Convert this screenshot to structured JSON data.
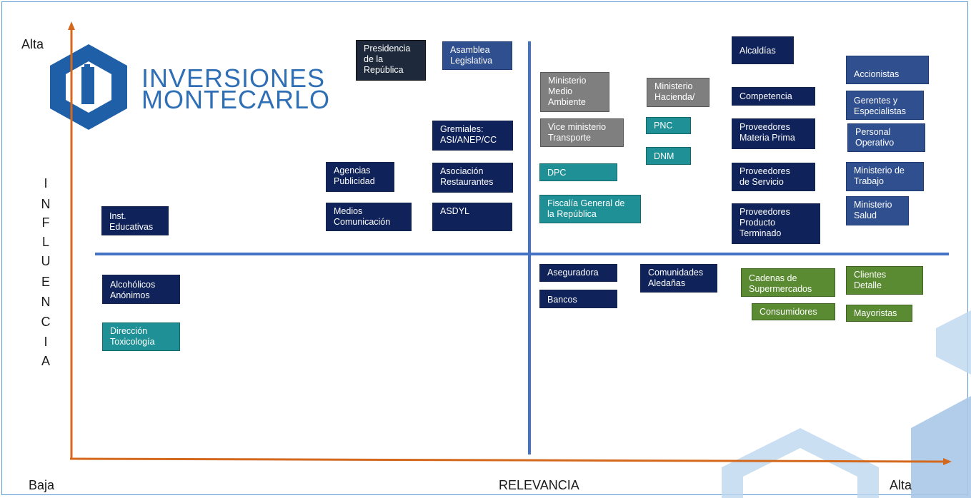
{
  "axes": {
    "y_high": "Alta",
    "x_low": "Baja",
    "x_title": "RELEVANCIA",
    "x_high": "Alta",
    "y_title_letters": [
      "I",
      "N",
      "F",
      "L",
      "U",
      "E",
      "N",
      "C",
      "I",
      "A"
    ]
  },
  "logo": {
    "line1": "INVERSIONES",
    "line2": "MONTECARLO"
  },
  "colors": {
    "axis": "#d4691e",
    "divider": "#4472c4",
    "navy": "#0f2259",
    "gray": "#7f7f7f",
    "teal": "#1f9196",
    "green": "#5a8a32",
    "logo": "#2e6fb5"
  },
  "stakeholders": {
    "presidencia": "Presidencia\nde la\nRepública",
    "asamblea": "Asamblea\nLegislativa",
    "gremiales": "Gremiales:\nASI/ANEP/CC",
    "agencias": "Agencias\nPublicidad",
    "asociacion": "Asociación\nRestaurantes",
    "medios": "Medios\nComunicación",
    "asdyl": "ASDYL",
    "inst": "Inst.\nEducativas",
    "alcoholicos": "Alcohólicos\nAnónimos",
    "direccion": "Dirección\nToxicología",
    "min_medio": "Ministerio\nMedio\nAmbiente",
    "min_hacienda": "Ministerio\nHacienda/",
    "vice": "Vice ministerio\nTransporte",
    "pnc": "PNC",
    "dnm": "DNM",
    "dpc": "DPC",
    "fiscalia": "Fiscalía General de\nla República",
    "alcaldias": "Alcaldías",
    "competencia": "Competencia",
    "prov_mp": "Proveedores\nMateria Prima",
    "prov_serv": "Proveedores\nde Servicio",
    "prov_pt": "Proveedores\nProducto\nTerminado",
    "accionistas": "Accionistas",
    "gerentes": "Gerentes y\nEspecialistas",
    "personal": "Personal\nOperativo",
    "min_trabajo": "Ministerio de\nTrabajo",
    "min_salud": "Ministerio\nSalud",
    "aseguradora": "Aseguradora",
    "bancos": "Bancos",
    "comunidades": "Comunidades\nAledañas",
    "cadenas": "Cadenas de\nSupermercados",
    "consumidores": "Consumidores",
    "clientes": "Clientes\nDetalle",
    "mayoristas": "Mayoristas"
  }
}
